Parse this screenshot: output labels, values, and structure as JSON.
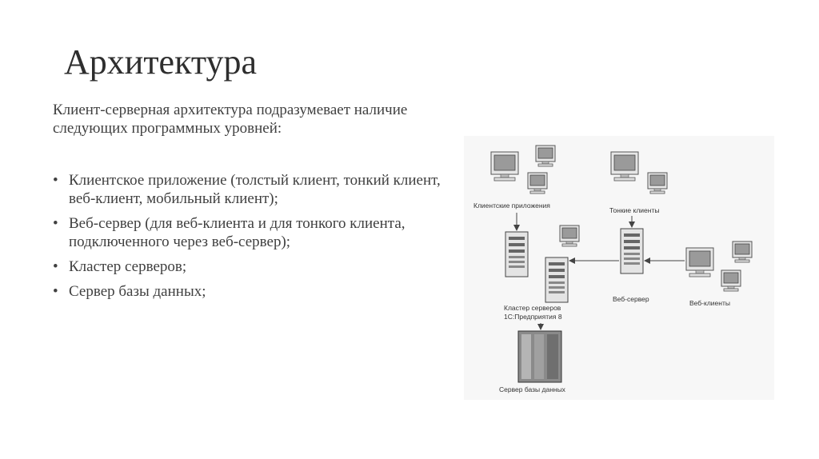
{
  "slide": {
    "title": "Архитектура",
    "intro": "Клиент-серверная архитектура подразумевает наличие следующих программных уровней:",
    "bullets": [
      "Клиентское приложение (толстый клиент, тонкий клиент, веб-клиент, мобильный клиент);",
      "Веб-сервер (для веб-клиента и для тонкого клиента, подключенного через веб-сервер);",
      "Кластер серверов;",
      "Сервер базы данных;"
    ]
  },
  "diagram": {
    "labels": {
      "client_apps": "Клиентские приложения",
      "thin_clients": "Тонкие клиенты",
      "cluster_line1": "Кластер серверов",
      "cluster_line2": "1С:Предприятия 8",
      "web_server": "Веб-сервер",
      "web_clients": "Веб-клиенты",
      "db_server": "Сервер базы данных"
    },
    "icons": [
      "monitor-icon",
      "server-tower-icon",
      "database-server-icon",
      "arrow-icon"
    ]
  }
}
